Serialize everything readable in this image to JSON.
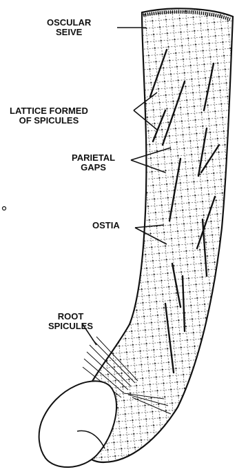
{
  "labels": {
    "oscular_sieve": [
      "OSCULAR",
      "SEIVE"
    ],
    "lattice": [
      "LATTICE FORMED",
      "OF SPICULES"
    ],
    "parietal_gaps": [
      "PARIETAL",
      "GAPS"
    ],
    "ostia": [
      "OSTIA"
    ],
    "root_spicules": [
      "ROOT",
      "SPICULES"
    ]
  },
  "colors": {
    "ink": "#111111",
    "paper": "#ffffff"
  }
}
